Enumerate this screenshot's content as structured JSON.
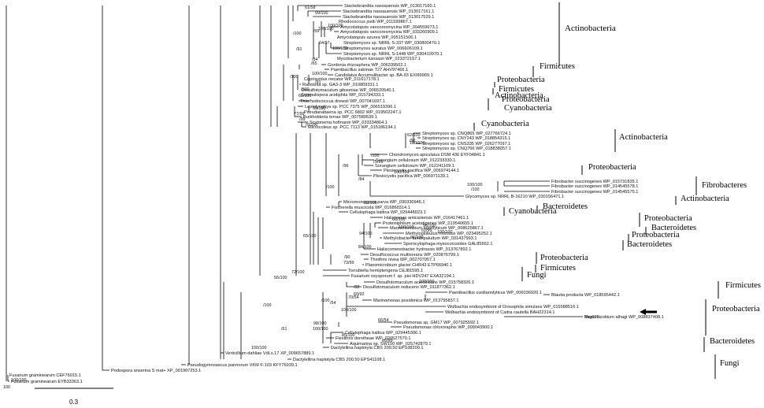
{
  "tree": {
    "leaves": [
      "Stackebrandtia nassauensis WP_013017160.1",
      "Stackebrandtia nassauensis WP_013017161.1",
      "Stackebrandtia nassauensis WP_013017529.1",
      "Rhodococcus jostii WP_011599867.1",
      "Amycolatopsis vancoresmycina WP_004559673.1",
      "Amycolatopsis vancoresmycina WP_033260909.1",
      "Amycolatopsis azurea WP_005151506.1",
      "Streptomyces sp. NRRL S-337 WP_030800470.1",
      "Streptomyces auratus WP_006606109.1",
      "Streptomyces sp. NRRL S-1448 WP_030410970.1",
      "Mycobacterium kansasii WP_023372157.1",
      "Gordonia rhizosphera WP_006339502.1",
      "Paenibacillus sabinae T27 AHV97466.1",
      "Candidatus Accumulibacter sp. BA-93 EXI89909.1",
      "Cupriavidus necator WP_011617178.1",
      "Ralstonia sp. GA3-3 WP_010809331.1",
      "Desulfotomaculum gibsoniae WP_006520540.1",
      "Catenulispora acidiphila WP_015794333.1",
      "Thiorhodococcus drewsii WP_007041697.1",
      "Leptolyngbya sp. PCC 7375 WP_006519396.1",
      "Pseudanabaena sp. PCC 6802 WP_019502247.1",
      "Burkholderia terrae WP_007589539.1",
      "Scytonema hofmanni WP_033334864.1",
      "Microcoleus sp. PCC 7113 WP_015186194.1",
      "Streptomyces sp. CNQ865 WP_027766724.1",
      "Streptomyces sp. CNY243 WP_018854315.1",
      "Streptomyces sp. CNS335 WP_026277097.1",
      "Streptomyces sp. CNQ766 WP_018838057.1",
      "Chondromyces apiculatus DSM 436 EYF04841.1",
      "Sorangium cellulosum WP_012233330.1",
      "Sorangium cellulosum WP_012241169.1",
      "Plesiocystis pacifica WP_006974144.1",
      "Plesiocystis pacifica WP_006971139.1",
      "Fibrobacter succinogenes WP_015731835.1",
      "Fibrobacter succinogenes WP_014545578.1",
      "Fibrobacter succinogenes WP_014545575.1",
      "Glycomyces sp. NRRL B-16210 WP_030156471.1",
      "Micromonospora parva WP_030330946.1",
      "Fischerella muscicola WP_016860314.1",
      "Cellulophaga baltica WP_029448023.1",
      "Halomonas anticariensis WP_016417461.1",
      "Proteiniphilum acetatigenes WP_019540655.1",
      "Marinimicrobium agarilyticum WP_008625867.1",
      "Methyloglobulus morosus WP_023495252.1",
      "Methylobacter tundripaludum WP_031437993.1",
      "Sporocytophaga myxococcoides GAL85662.1",
      "Haliscomenobacter hydrossis WP_013767892.1",
      "Desulfococcus multivorans WP_020876799.1",
      "Thiothrix nivea WP_002707057.1",
      "Planomicrobium glaciei CHR43 ETP66940.1",
      "Torrubiella hemipterigena CEJ81595.1",
      "Fusarium oxysporum f. sp. pisi HDV247 EXA32194.1",
      "Desulfotomaculum acetoxidans WP_015758326.1",
      "Desulfotomaculum reducens WP_011877362.1",
      "Paenibacillus curdlanolyticus WP_006036920.1",
      "Blautia producta WP_018595442.1",
      "Marinomonas posidonica WP_013795837.1",
      "Wolbachia endosymbiont of Drosophila simulans WP_015588516.1",
      "Wolbachia endosymbiont of Cadra cautella BAH22314.1",
      "Mesorhizobium alhagi WP_008837408.1",
      "Pseudomonas sp. GM17 WP_007925592.1",
      "Pseudomonas chlororaphis WP_009043900.1",
      "Cellulophaga baltica WP_029445396.1",
      "Flexithrix dorotheae WP_020527570.1",
      "Aquimarina sp. SW150 WP_025742879.1",
      "Dactylellina haptotyla CBS 200.50 EPS38200.1",
      "Verticillium dahliae VdLs.17 XP_009657889.1",
      "Dactylellina haptotyla CBS 200.50 EPS41108.1",
      "Pseudogymnoascus pannorum VKM F-103 KFY76939.1",
      "Podospora anserina S mat+ XP_001907253.1",
      "Fusarium graminearum CEF76015.1",
      "Fusarium graminearum EYB33363.1"
    ],
    "supports": [
      "61/58",
      "99/100",
      "/100",
      "100/100",
      "100/100",
      "64/97",
      "100/100",
      "/99",
      "/91",
      "/84",
      "/65",
      "/100",
      "100/100",
      "/91",
      "/100",
      "63/100",
      "99/100",
      "77/99",
      "/99",
      "76/100",
      "62/100",
      "/92",
      "100/100",
      "/100",
      "75/99",
      "/96",
      "100/100",
      "/84",
      "100/100",
      "/100",
      "82/100",
      "/100",
      "66/100",
      "96/100",
      "100/100",
      "61/99",
      "96/100",
      "100/100",
      "94/100",
      "84/100",
      "/90",
      "73/99",
      "65/100",
      "/100",
      "72/100",
      "/92",
      "100/100",
      "70/54",
      "60/92",
      "/54",
      "100/100",
      "66/54",
      "98/100",
      "85/100",
      "65/99",
      "/61",
      "100/100",
      "56/100",
      "/100",
      "100/100",
      "100/100",
      "100"
    ],
    "groups": [
      "Actinobacteria",
      "Firmicutes",
      "Proteobacteria",
      "Firmicutes",
      "Actinobacteria",
      "Proteobacteria",
      "Cyanobacteria",
      "Cyanobacteria",
      "Actinobacteria",
      "Proteobacteria",
      "Fibrobacteres",
      "Actinobacteria",
      "Cyanobacteria",
      "Bacteroidetes",
      "Proteobacteria",
      "Bacteroidetes",
      "Proteobacteria",
      "Bacteroidetes",
      "Proteobacteria",
      "Firmicutes",
      "Fungi",
      "Firmicutes",
      "Proteobacteria",
      "Bacteroidetes",
      "Fungi"
    ],
    "highlight_label": "Bag015"
  },
  "scale_bar": {
    "label": "0.3"
  },
  "colors": {
    "line": "#000000",
    "text": "#111111"
  }
}
